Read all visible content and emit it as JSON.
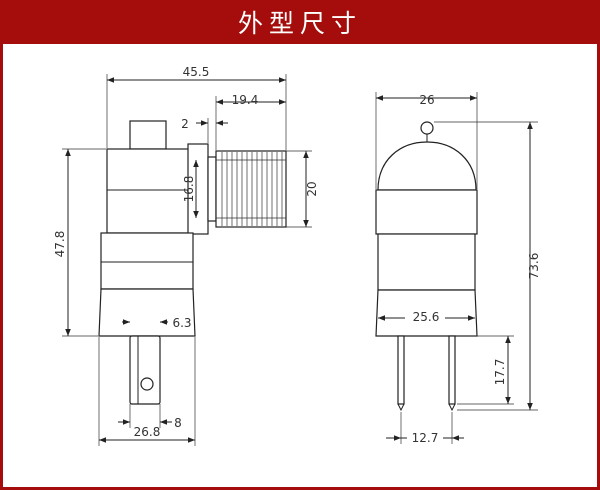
{
  "header": {
    "title": "外型尺寸"
  },
  "colors": {
    "header_bg": "#a50c0c",
    "line": "#222222"
  },
  "dimensions": {
    "overall_width": "45.5",
    "thread_length": "19.4",
    "gap": "2",
    "thread_inner": "16.8",
    "thread_outer": "20",
    "height": "47.8",
    "pin_offset": "6.3",
    "pin_width": "8",
    "base_width": "26.8",
    "front_width": "26",
    "front_height": "73.6",
    "front_body_width": "25.6",
    "pin_length": "17.7",
    "pin_spacing": "12.7"
  }
}
